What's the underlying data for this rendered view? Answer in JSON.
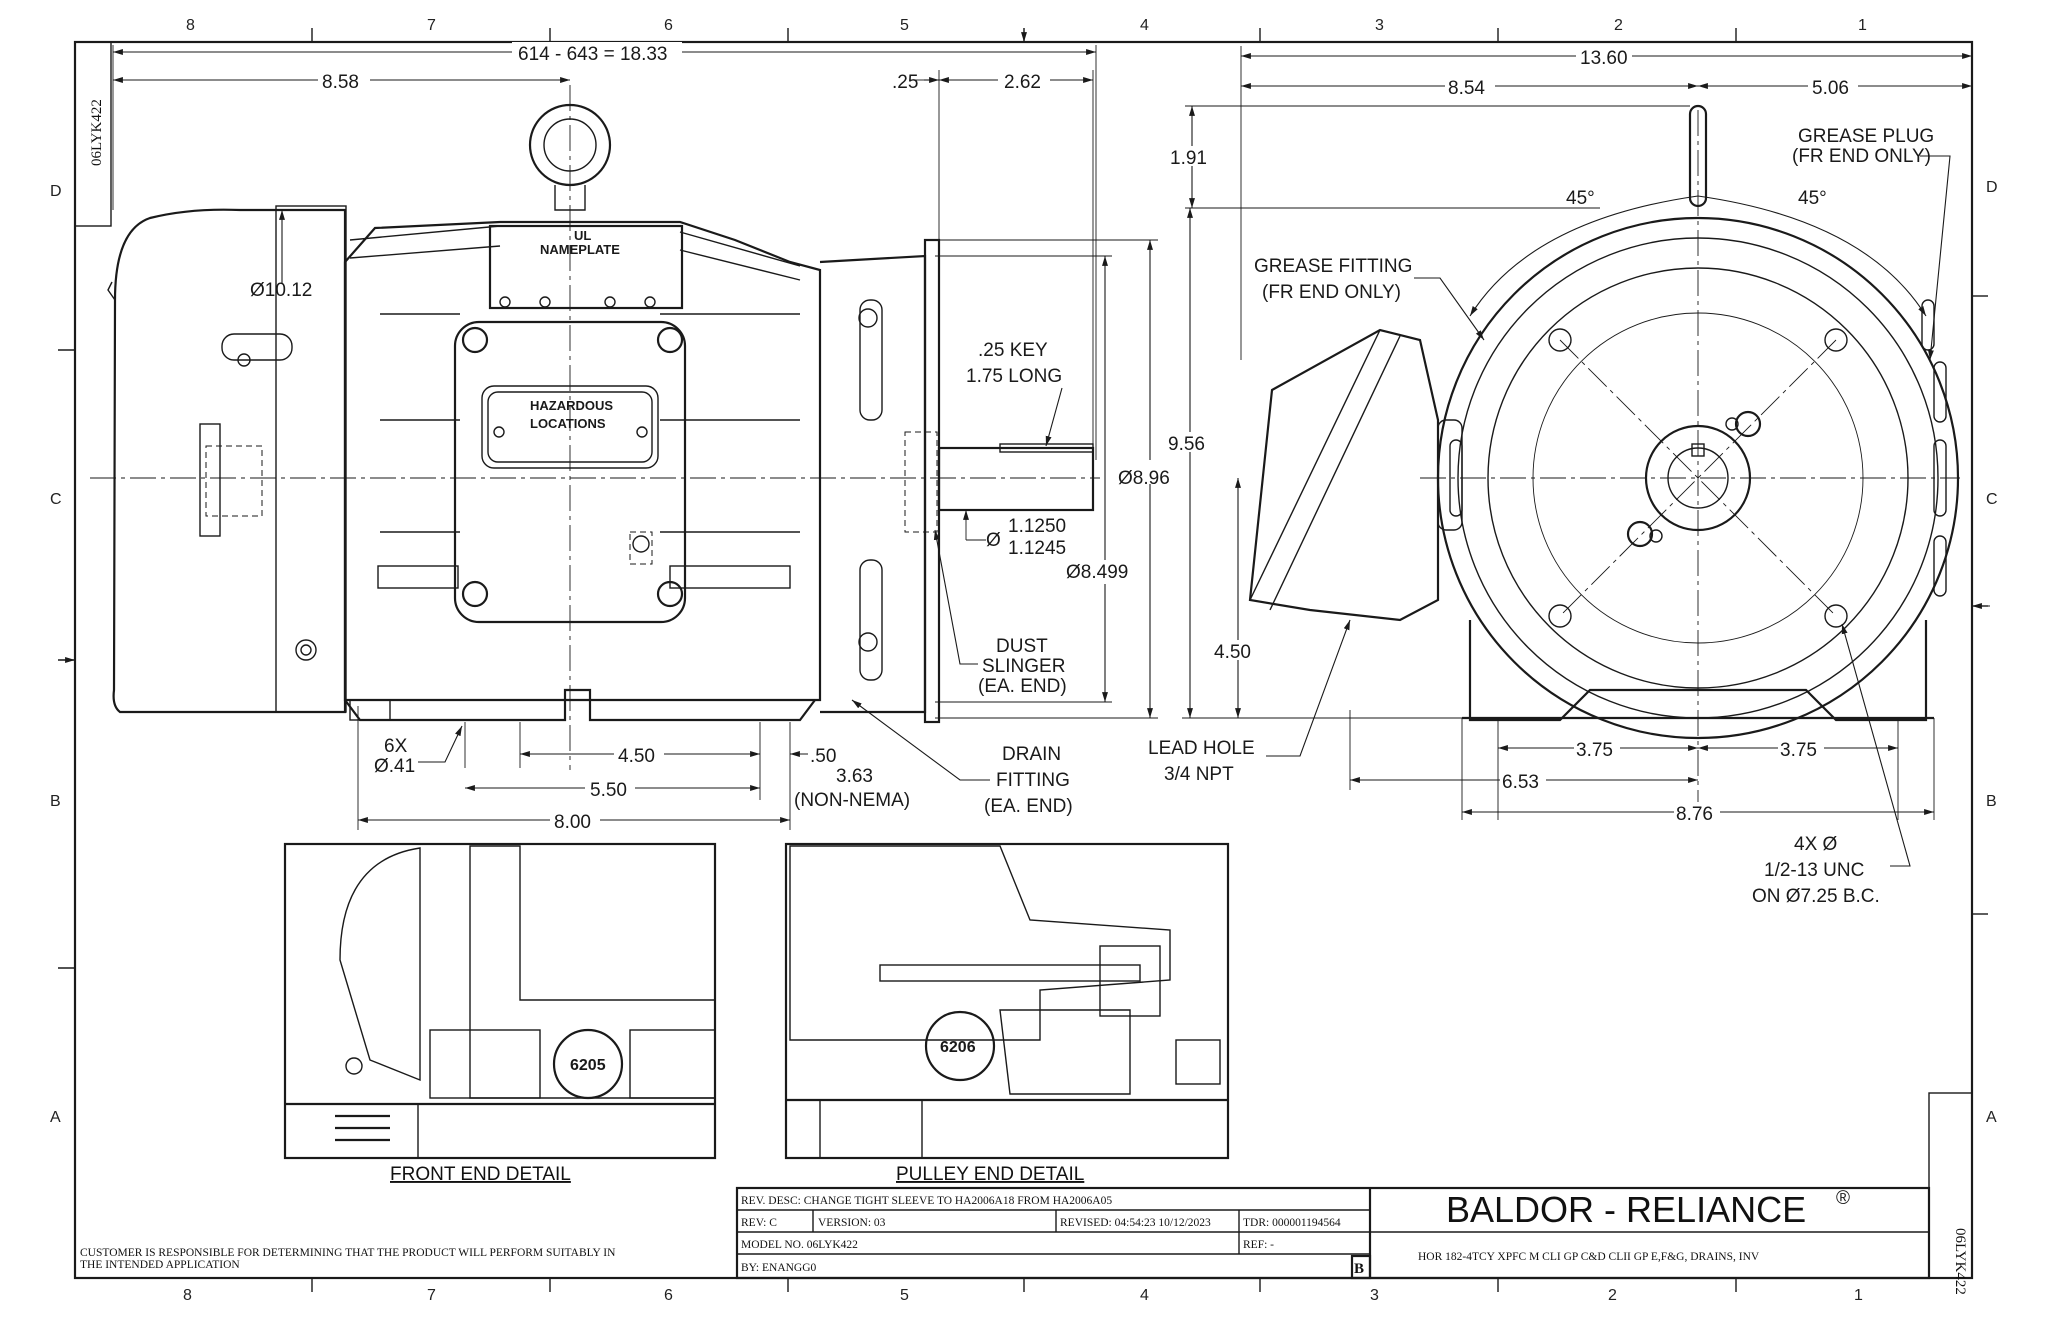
{
  "grid": {
    "cols_top": [
      "8",
      "7",
      "6",
      "5",
      "4",
      "3",
      "2",
      "1"
    ],
    "cols_bottom": [
      "8",
      "7",
      "6",
      "5",
      "4",
      "3",
      "2",
      "1"
    ],
    "rows_left": [
      "D",
      "C",
      "B",
      "A"
    ],
    "rows_right": [
      "D",
      "C",
      "B",
      "A"
    ]
  },
  "side_stamp": "06LYK422",
  "side_stamp_right": "06LYK422",
  "dims": {
    "overall": "614 - 643 = 18.33",
    "d858": "8.58",
    "d25": ".25",
    "d262": "2.62",
    "d1360": "13.60",
    "d854": "8.54",
    "d506": "5.06",
    "d191": "1.91",
    "d1012": "Ø10.12",
    "key": ".25 KEY",
    "key_long": "1.75 LONG",
    "d956": "9.56",
    "d896": "Ø8.96",
    "shaft1": "1.1250",
    "shaft2": "1.1245",
    "d8499": "Ø8.499",
    "d450h": "4.50",
    "d6x": "6X",
    "d41": "Ø.41",
    "d450": "4.50",
    "d50": ".50",
    "d363": "3.63",
    "nonnema": "(NON-NEMA)",
    "d550": "5.50",
    "d800": "8.00",
    "d375a": "3.75",
    "d375b": "3.75",
    "d653": "6.53",
    "d876": "8.76",
    "ang1": "45°",
    "ang2": "45°"
  },
  "labels": {
    "ul": "UL",
    "nameplate": "NAMEPLATE",
    "haz1": "HAZARDOUS",
    "haz2": "LOCATIONS",
    "dust1": "DUST",
    "dust2": "SLINGER",
    "dust3": "(EA. END)",
    "drain1": "DRAIN",
    "drain2": "FITTING",
    "drain3": "(EA. END)",
    "grease_fit1": "GREASE FITTING",
    "grease_fit2": "(FR END ONLY)",
    "grease_plug1": "GREASE PLUG",
    "grease_plug2": "(FR END ONLY)",
    "lead1": "LEAD HOLE",
    "lead2": "3/4 NPT",
    "holes1": "4X Ø",
    "holes2": "1/2-13 UNC",
    "holes3": "ON Ø7.25 B.C.",
    "bearing_front": "6205",
    "bearing_pulley": "6206",
    "front_detail": "FRONT END DETAIL",
    "pulley_detail": "PULLEY END DETAIL"
  },
  "disclaimer1": "CUSTOMER IS RESPONSIBLE FOR DETERMINING THAT THE PRODUCT WILL PERFORM SUITABLY IN",
  "disclaimer2": "THE INTENDED APPLICATION",
  "title_block": {
    "rev_desc": "REV. DESC: CHANGE TIGHT SLEEVE TO HA2006A18 FROM HA2006A05",
    "rev": "REV:  C",
    "version": "VERSION:  03",
    "revised": "REVISED:  04:54:23 10/12/2023",
    "tdr": "TDR: 000001194564",
    "model": "MODEL NO.  06LYK422",
    "ref": "REF:  -",
    "by": "BY: ENANGG0",
    "sheet": "B",
    "company": "BALDOR - RELIANCE",
    "reg": "®",
    "description": "HOR 182-4TCY XPFC M CLI GP C&D CLII GP E,F&G, DRAINS, INV"
  }
}
